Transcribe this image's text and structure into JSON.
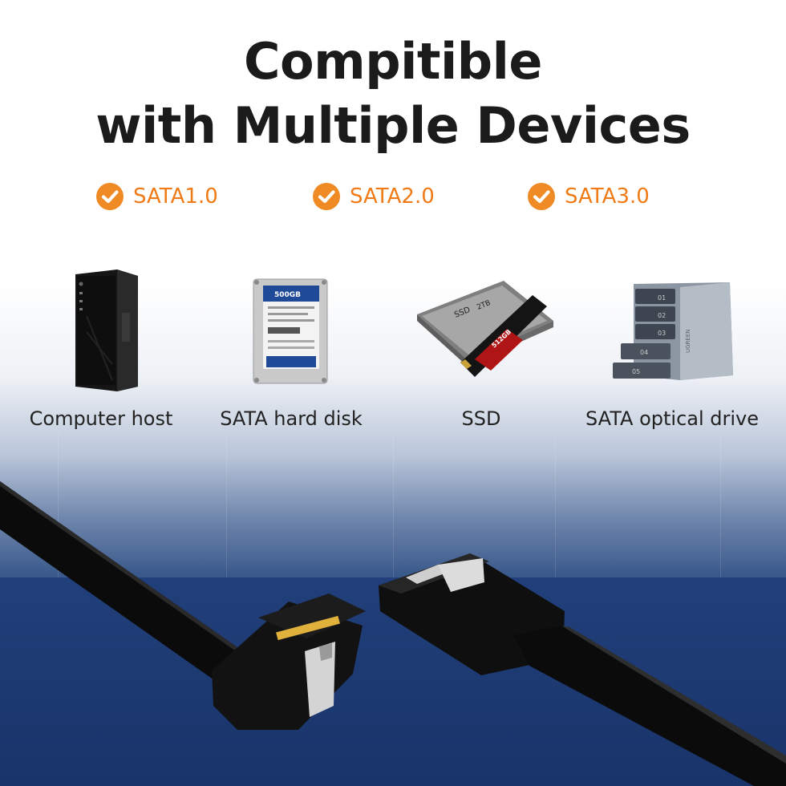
{
  "title_line1": "Compitible",
  "title_line2": "with Multiple Devices",
  "standards": [
    {
      "label": "SATA1.0",
      "icon": "check-icon"
    },
    {
      "label": "SATA2.0",
      "icon": "check-icon"
    },
    {
      "label": "SATA3.0",
      "icon": "check-icon"
    }
  ],
  "devices": [
    {
      "label": "Computer host",
      "icon": "computer-host-icon"
    },
    {
      "label": "SATA hard disk",
      "icon": "hard-disk-icon"
    },
    {
      "label": "SSD",
      "icon": "ssd-icon"
    },
    {
      "label": "SATA optical drive",
      "icon": "optical-drive-enclosure-icon"
    }
  ],
  "hdd_capacity": "500GB",
  "ssd_labels": {
    "sata_ssd": "SSD",
    "sata_capacity": "2TB",
    "m2_capacity": "512GB"
  },
  "enclosure_brand": "UGREEN",
  "bay_numbers": [
    "01",
    "02",
    "03",
    "04",
    "05"
  ],
  "colors": {
    "accent_orange": "#f08a24",
    "title_text": "#1b1b1b",
    "stage_blue": "#1a3a73"
  }
}
